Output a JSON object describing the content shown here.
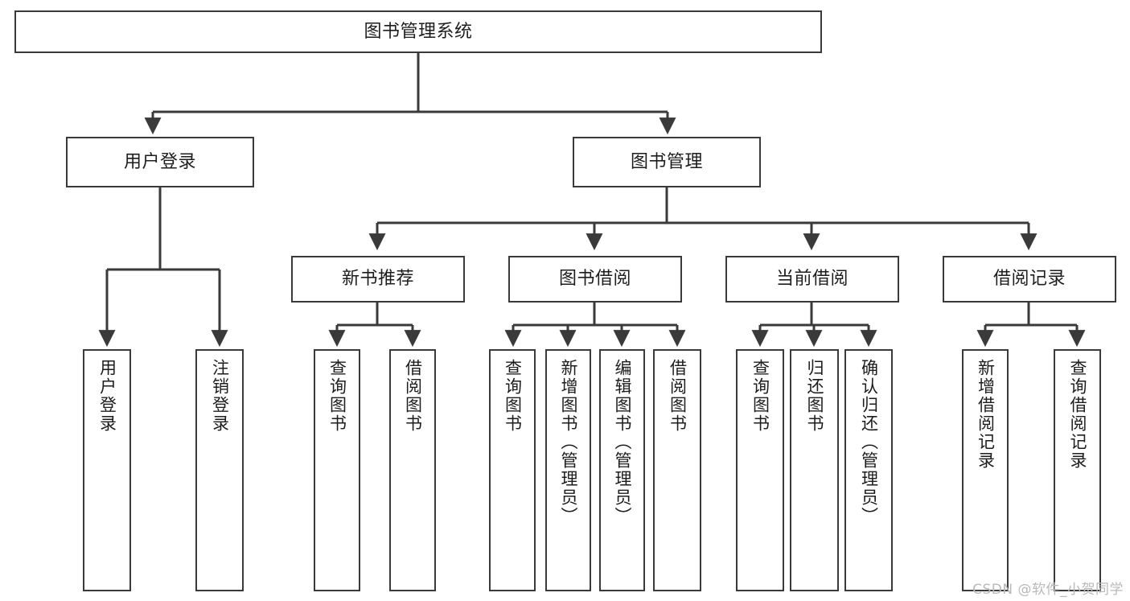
{
  "diagram": {
    "type": "tree",
    "title": "图书管理系统",
    "watermark": "CSDN @软件_小贺同学",
    "colors": {
      "background": "#ffffff",
      "node_border": "#3a3a3a",
      "node_fill": "#ffffff",
      "connector": "#3a3a3a",
      "text": "#1d1d1d",
      "watermark": "#b9b9b9"
    },
    "nodes": {
      "root": {
        "label": "图书管理系统"
      },
      "level2": [
        {
          "label": "用户登录"
        },
        {
          "label": "图书管理"
        }
      ],
      "level3": [
        {
          "label": "新书推荐"
        },
        {
          "label": "图书借阅"
        },
        {
          "label": "当前借阅"
        },
        {
          "label": "借阅记录"
        }
      ],
      "leaves": {
        "user_login": [
          {
            "label": "用户登录"
          },
          {
            "label": "注销登录"
          }
        ],
        "new_book_recommend": [
          {
            "label": "查询图书"
          },
          {
            "label": "借阅图书"
          }
        ],
        "book_borrow": [
          {
            "label": "查询图书"
          },
          {
            "label": "新增图书（管理员）"
          },
          {
            "label": "编辑图书（管理员）"
          },
          {
            "label": "借阅图书"
          }
        ],
        "current_borrow": [
          {
            "label": "查询图书"
          },
          {
            "label": "归还图书"
          },
          {
            "label": "确认归还（管理员）"
          }
        ],
        "borrow_record": [
          {
            "label": "新增借阅记录"
          },
          {
            "label": "查询借阅记录"
          }
        ]
      }
    }
  }
}
